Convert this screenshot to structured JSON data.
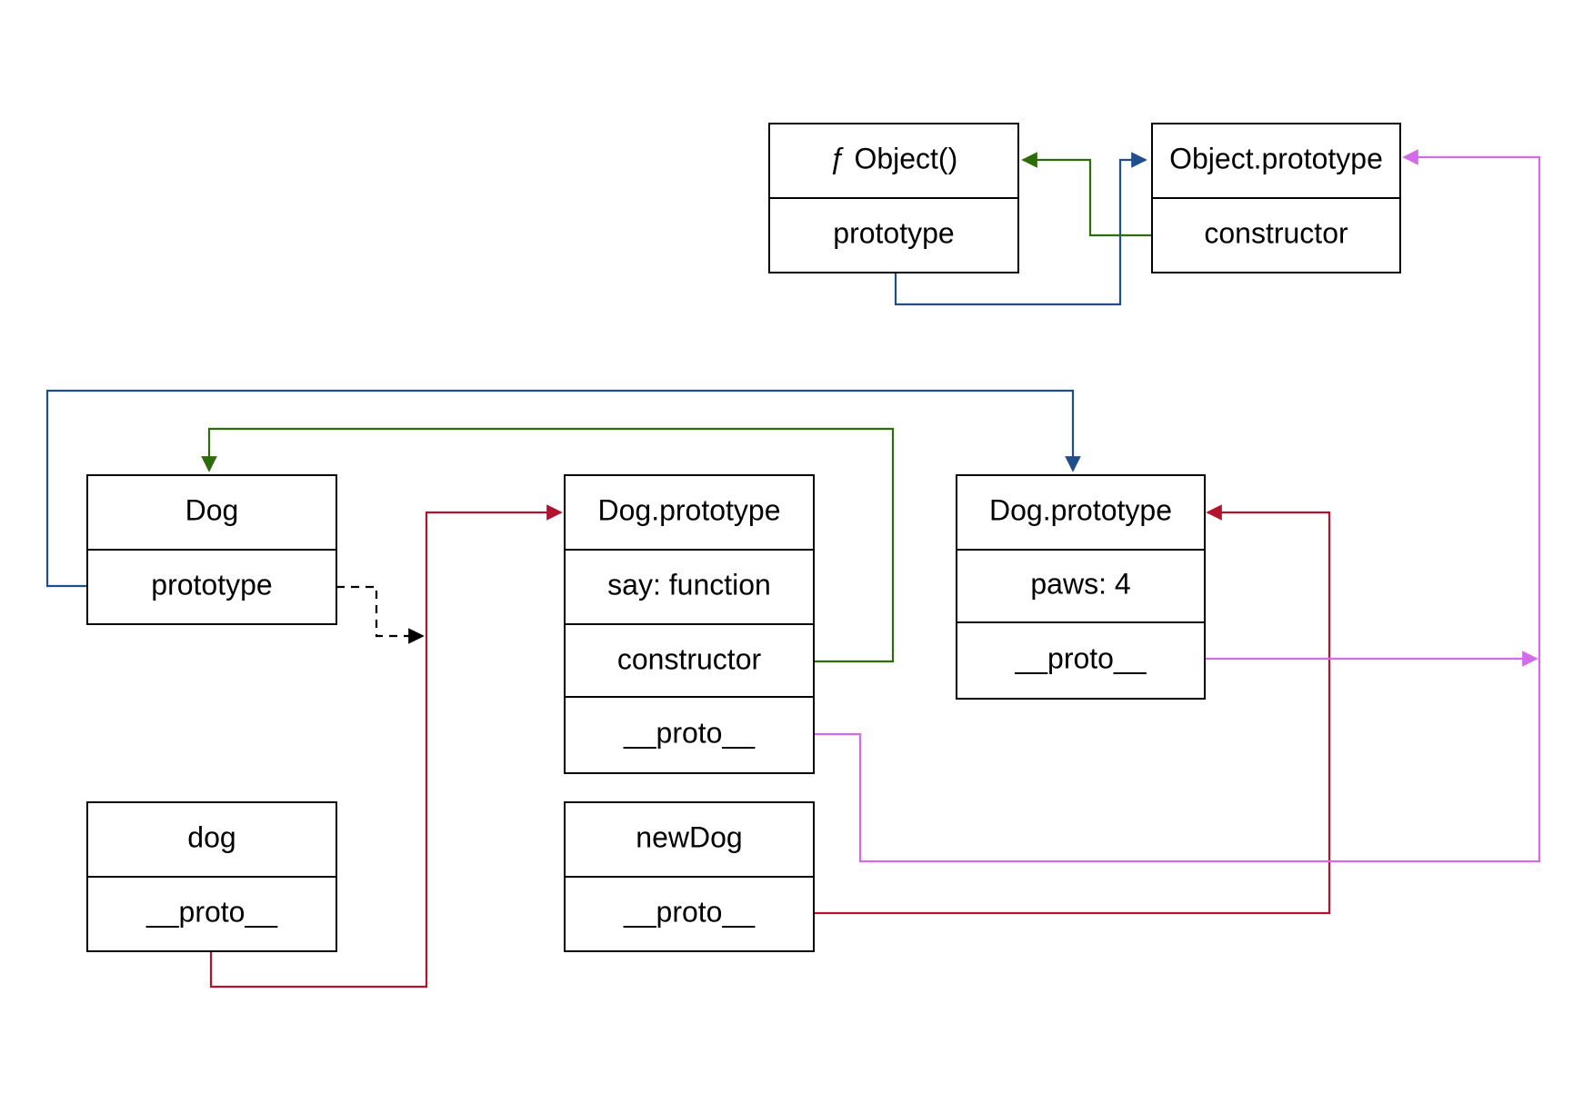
{
  "boxes": {
    "object_fn": {
      "fields": [
        "ƒ Object()",
        "prototype"
      ]
    },
    "object_prototype": {
      "fields": [
        "Object.prototype",
        "constructor"
      ]
    },
    "dog": {
      "fields": [
        "Dog",
        "prototype"
      ]
    },
    "dog_prototype_orig": {
      "fields": [
        "Dog.prototype",
        "say: function",
        "constructor",
        "__proto__"
      ]
    },
    "dog_prototype_new": {
      "fields": [
        "Dog.prototype",
        "paws: 4",
        "__proto__"
      ]
    },
    "dog_instance": {
      "fields": [
        "dog",
        "__proto__"
      ]
    },
    "new_dog_instance": {
      "fields": [
        "newDog",
        "__proto__"
      ]
    }
  },
  "colors": {
    "blue": "#1f4e8c",
    "green": "#2e6b0a",
    "red": "#b3122e",
    "violet": "#d36be8",
    "black": "#000000"
  }
}
